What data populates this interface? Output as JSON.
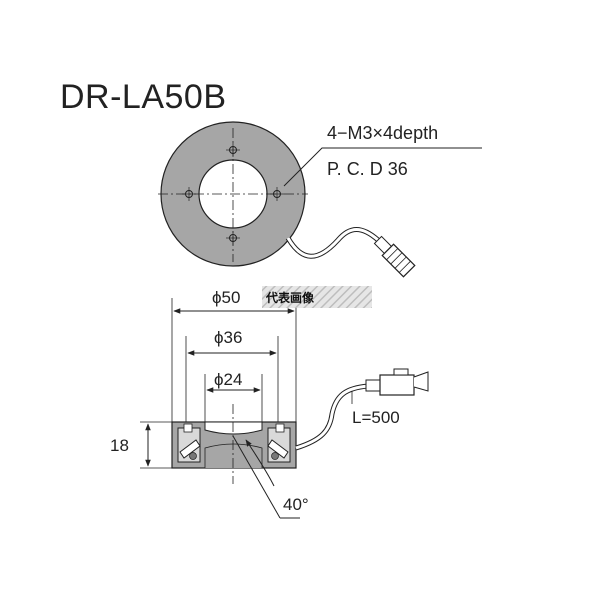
{
  "title": "DR-LA50B",
  "callout": {
    "holes": "4−M3×4depth",
    "pcd": "P. C. D 36"
  },
  "dimensions": {
    "outer_diameter": "ϕ50",
    "pcd_diameter": "ϕ36",
    "inner_diameter": "ϕ24",
    "height": "18",
    "cable_length": "L=500",
    "angle": "40°"
  },
  "tag": "代表画像",
  "colors": {
    "ring_fill": "#a6a6a6",
    "line": "#222222",
    "tag_hatch": "#bdbdbd"
  }
}
